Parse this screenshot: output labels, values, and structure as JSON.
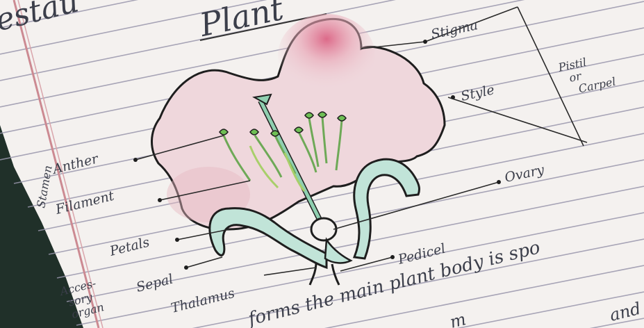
{
  "page": {
    "heading_left": "estau",
    "heading_center": "Plant",
    "sentence": "forms the main plant body is spo",
    "bottom_right": "and",
    "bottom_fragment": "m"
  },
  "labels": {
    "stigma": "Stigma",
    "style": "Style",
    "pistil_group": "Pistil or Carpel",
    "pistil": "Pistil",
    "or": "or",
    "carpel": "Carpel",
    "ovary": "Ovary",
    "anther": "Anther",
    "filament": "Filament",
    "stamen": "Stamen",
    "petals": "Petals",
    "sepal": "Sepal",
    "accessory": "Accessory",
    "accessory_1": "Acces-",
    "accessory_2": "sory",
    "accessory_3": "organ",
    "pedicel": "Pedicel",
    "thalamus": "Thalamus"
  },
  "colors": {
    "paper": "#f3f0ee",
    "rule_line": "#8f8fa6",
    "margin_line": "#c98a90",
    "petal_fill": "#edcdd4",
    "petal_pink": "#d7617c",
    "sepal_fill": "#bfe4d9",
    "stamen_green": "#7ab85a",
    "ink": "#1a1a1a",
    "background_dark": "#1c2b26"
  }
}
